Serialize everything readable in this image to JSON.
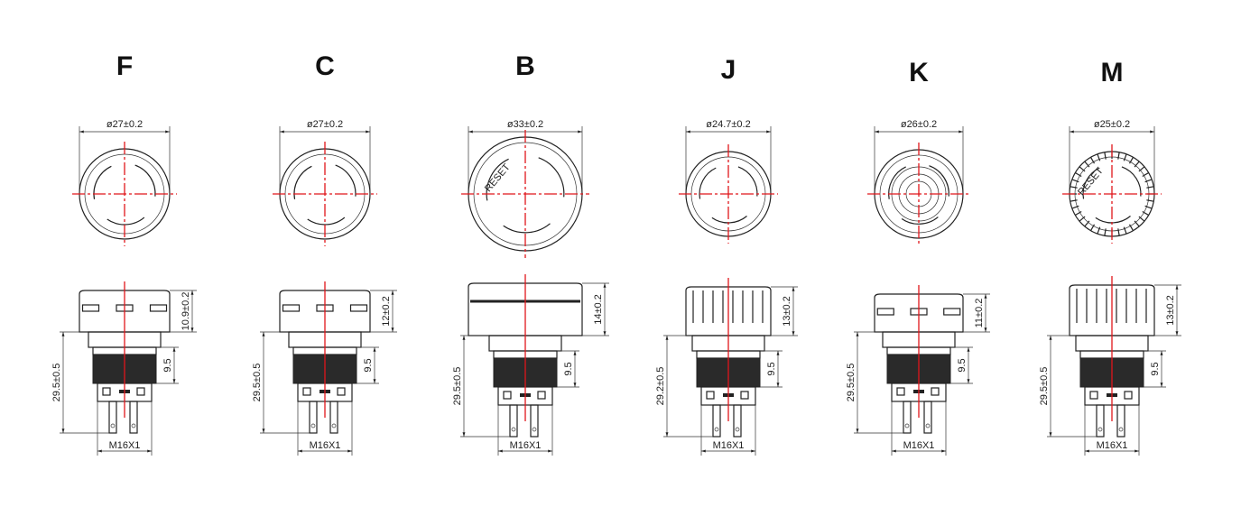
{
  "title": "Emergency stop button head types — dimension drawings",
  "colors": {
    "line": "#222222",
    "centerline": "#e0161b"
  },
  "variants": [
    {
      "label": "F",
      "diameter": "ø27±0.2",
      "head_height": "10.9±0.2",
      "overall_height": "29.5±0.5",
      "body_height": "9.5",
      "thread": "M16X1",
      "head_style": "grooved-flat"
    },
    {
      "label": "C",
      "diameter": "ø27±0.2",
      "head_height": "12±0.2",
      "overall_height": "29.5±0.5",
      "body_height": "9.5",
      "thread": "M16X1",
      "head_style": "grooved-dome"
    },
    {
      "label": "B",
      "diameter": "ø33±0.2",
      "head_height": "14±0.2",
      "overall_height": "29.5±0.5",
      "body_height": "9.5",
      "thread": "M16X1",
      "head_style": "mushroom-reset",
      "face_text": "RESET"
    },
    {
      "label": "J",
      "diameter": "ø24.7±0.2",
      "head_height": "13±0.2",
      "overall_height": "29.2±0.5",
      "body_height": "9.5",
      "thread": "M16X1",
      "head_style": "fluted"
    },
    {
      "label": "K",
      "diameter": "ø26±0.2",
      "head_height": "11±0.2",
      "overall_height": "29.5±0.5",
      "body_height": "9.5",
      "thread": "M16X1",
      "head_style": "ringed"
    },
    {
      "label": "M",
      "diameter": "ø25±0.2",
      "head_height": "13±0.2",
      "overall_height": "29.5±0.5",
      "body_height": "9.5",
      "thread": "M16X1",
      "head_style": "knurled-reset",
      "face_text": "RESET"
    }
  ]
}
